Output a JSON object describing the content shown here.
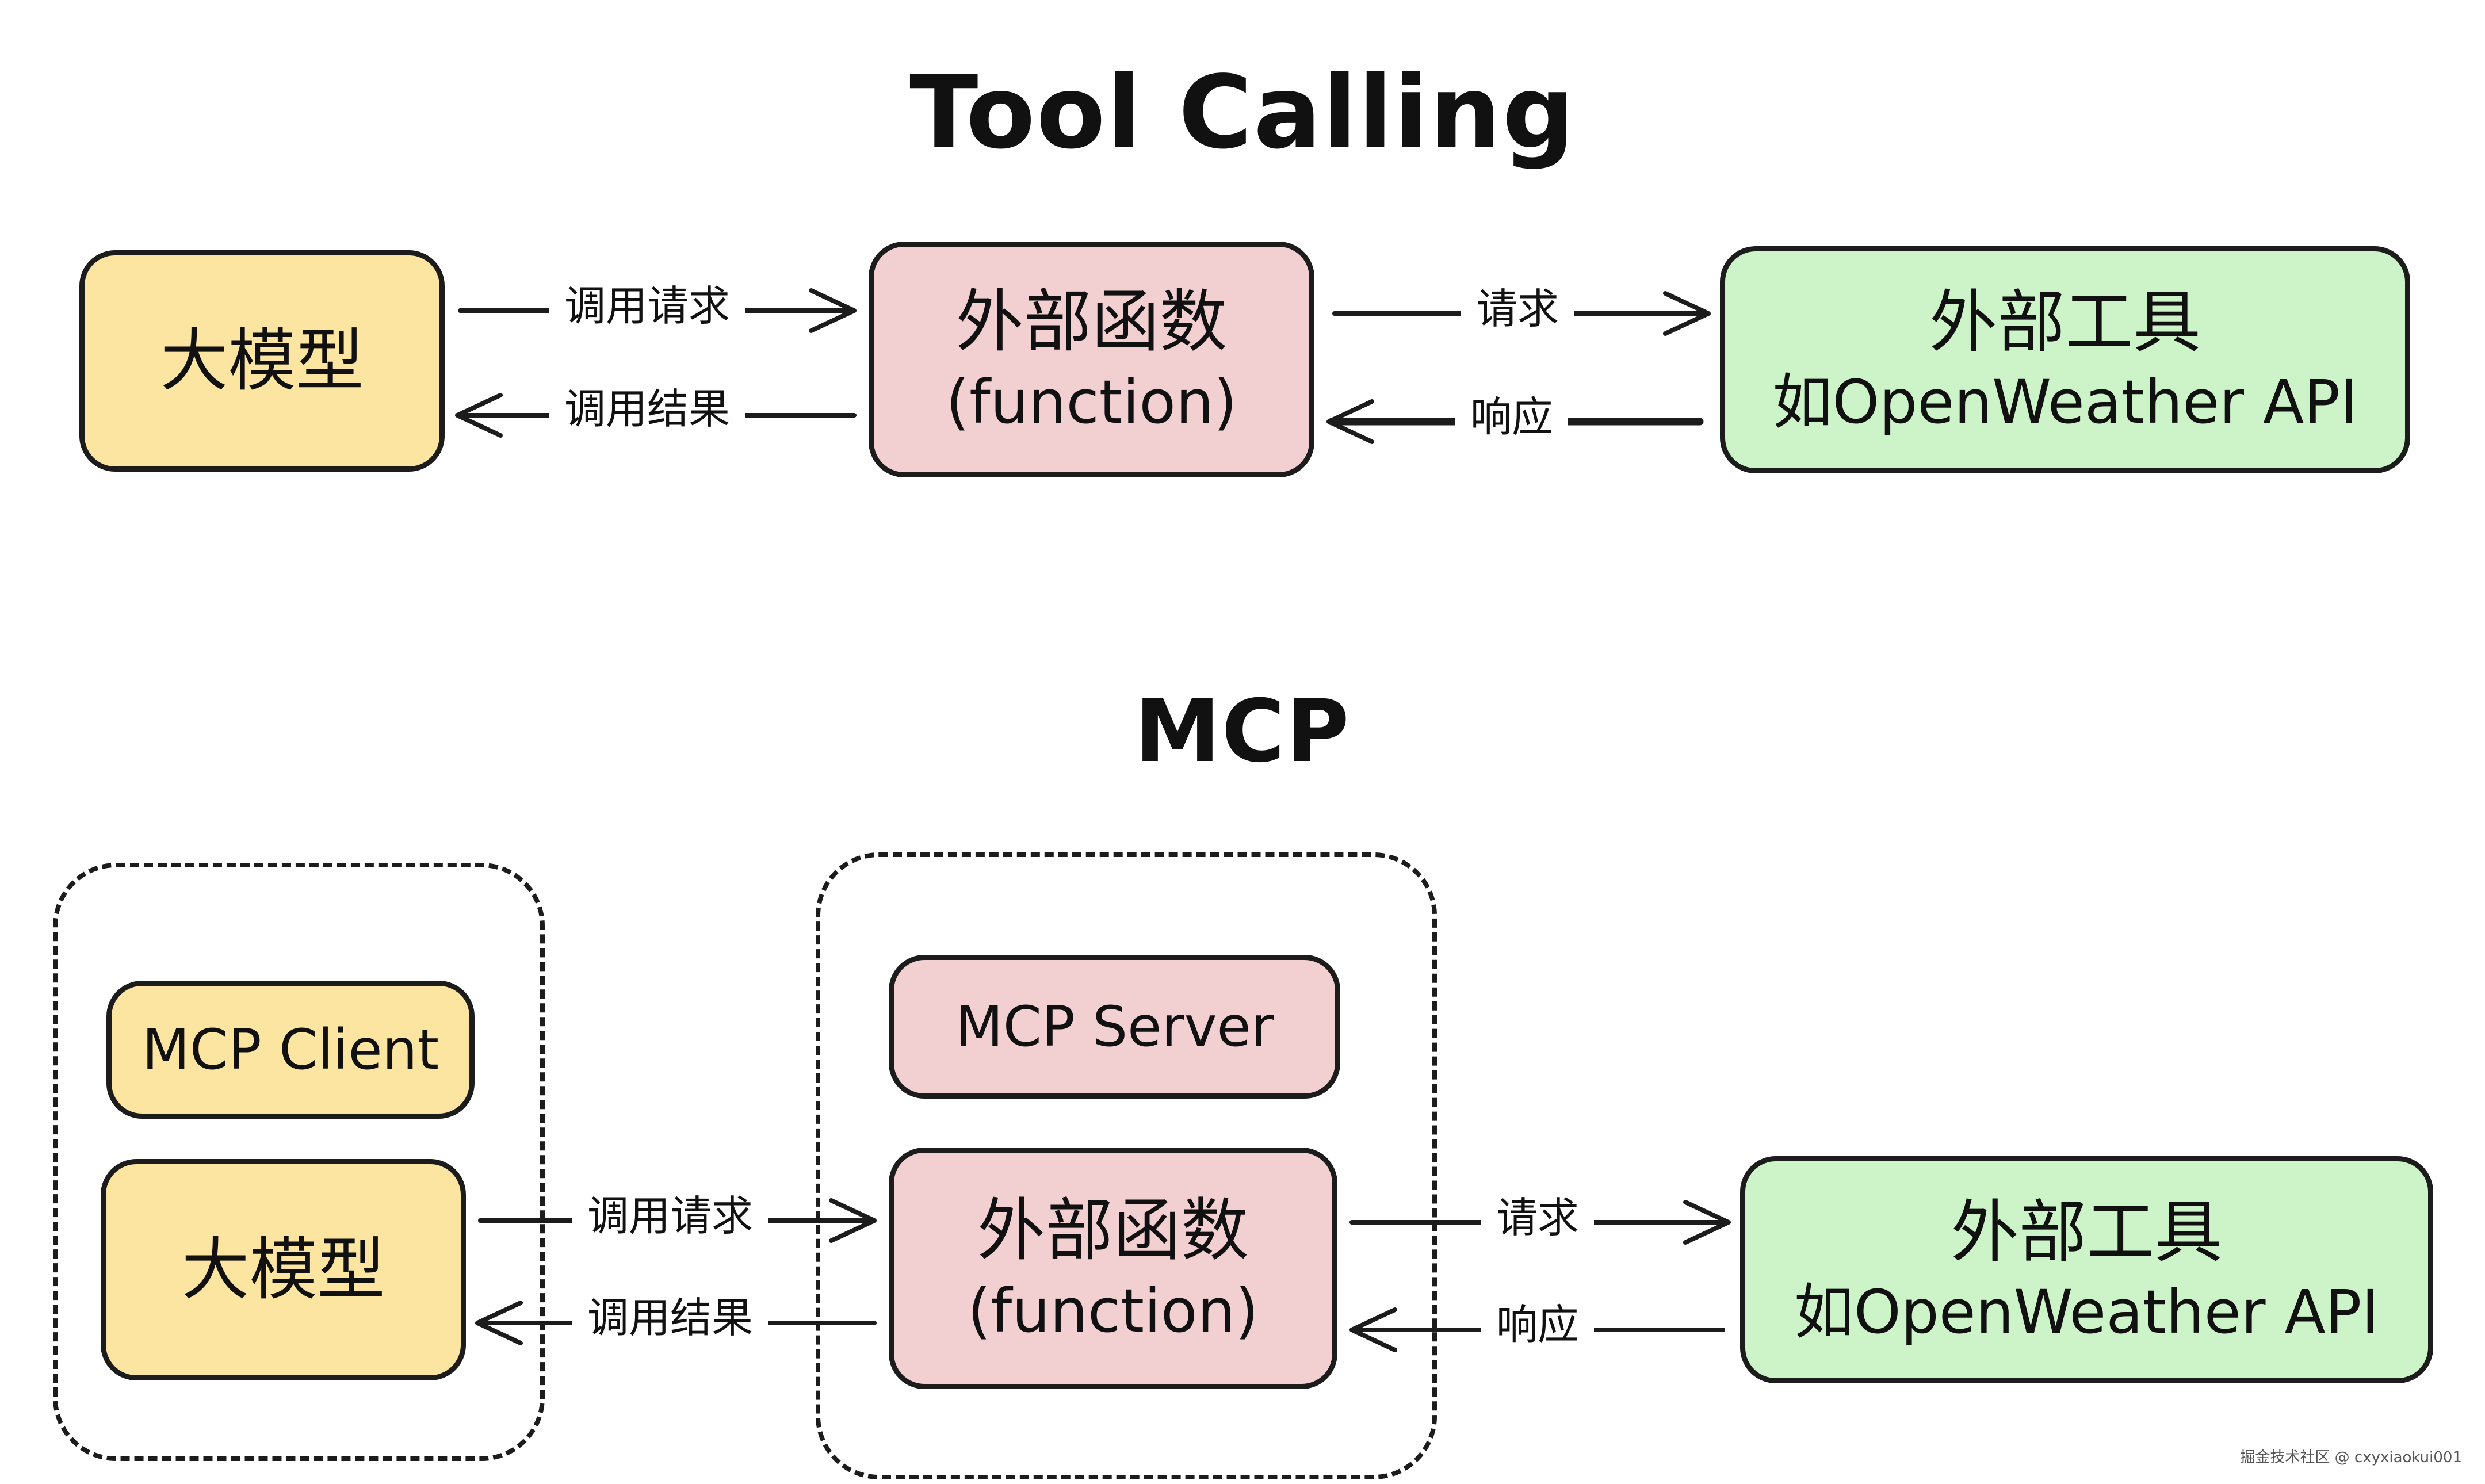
{
  "top": {
    "title": "Tool Calling",
    "llm": "大模型",
    "func_line1": "外部函数",
    "func_line2": "(function)",
    "tool_line1": "外部工具",
    "tool_line2": "如OpenWeather API",
    "call_request": "调用请求",
    "call_result": "调用结果",
    "request": "请求",
    "response": "响应"
  },
  "bottom": {
    "title": "MCP",
    "mcp_client": "MCP Client",
    "llm": "大模型",
    "mcp_server": "MCP Server",
    "func_line1": "外部函数",
    "func_line2": "(function)",
    "tool_line1": "外部工具",
    "tool_line2": "如OpenWeather API",
    "call_request": "调用请求",
    "call_result": "调用结果",
    "request": "请求",
    "response": "响应"
  },
  "watermark": "掘金技术社区 @ cxyxiaokui001",
  "colors": {
    "yellow": "#fbe5a0",
    "pink": "#f2cfd0",
    "green": "#cdf3c9",
    "stroke": "#1c1c1c"
  }
}
